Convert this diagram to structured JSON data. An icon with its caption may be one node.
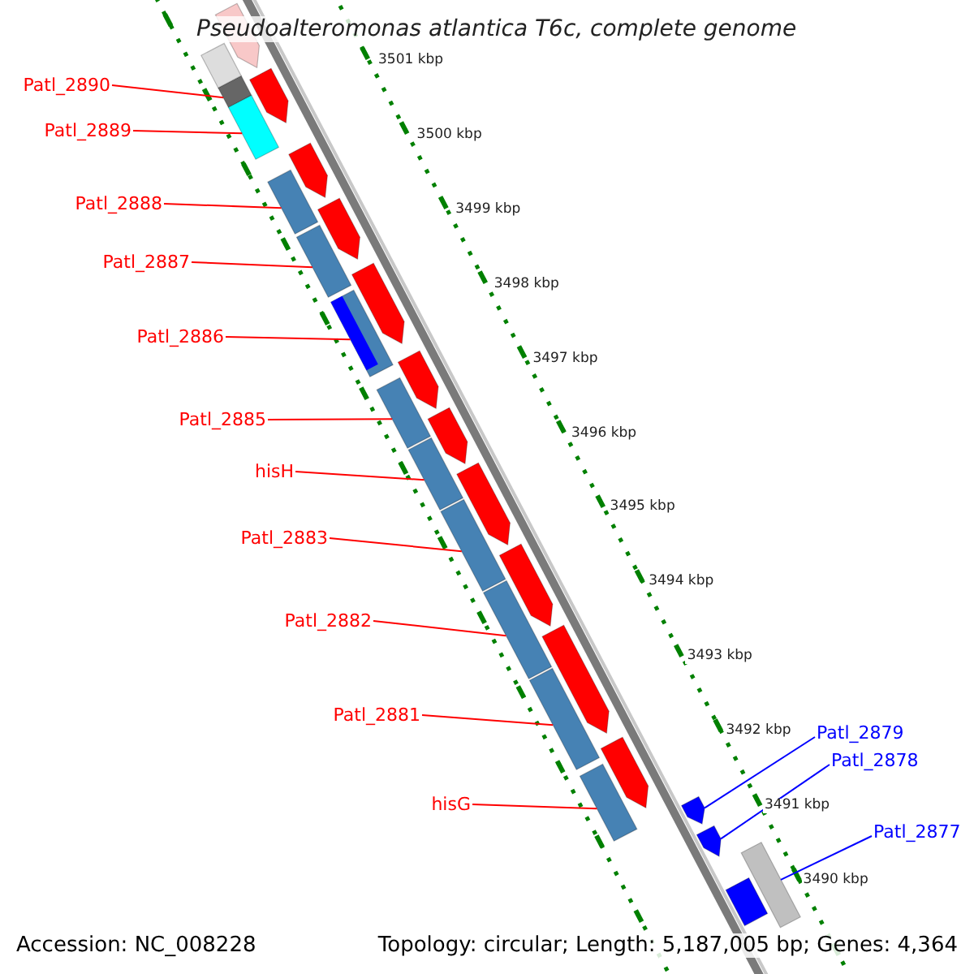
{
  "diagram": {
    "title": "Pseudoalteromonas atlantica T6c, complete genome",
    "nodes": [
      {
        "text": [
          "Patl_2890"
        ]
      },
      {
        "text": [
          "Patl_2889"
        ]
      },
      {
        "text": [
          "Patl_2888"
        ]
      },
      {
        "text": [
          "Patl_2887"
        ]
      },
      {
        "text": [
          "Patl_2886"
        ]
      },
      {
        "text": [
          "Patl_2885"
        ]
      },
      {
        "text": [
          "hisH"
        ]
      },
      {
        "text": [
          "Patl_2883"
        ]
      },
      {
        "text": [
          "Patl_2882"
        ]
      },
      {
        "text": [
          "Patl_2881"
        ]
      },
      {
        "text": [
          "hisG"
        ]
      },
      {
        "text": [
          "Patl_2879"
        ]
      },
      {
        "text": [
          "Patl_2878"
        ]
      },
      {
        "text": [
          "Patl_2877"
        ]
      },
      {
        "text": [],
        "shape": "bar"
      },
      {
        "text": [],
        "shape": "bar"
      },
      {
        "text": [],
        "shape": "bar"
      },
      {
        "text": [],
        "shape": "bar"
      },
      {
        "text": [],
        "shape": "bar"
      },
      {
        "text": [],
        "shape": "bar"
      },
      {
        "text": [],
        "shape": "bar"
      },
      {
        "text": [],
        "shape": "bar"
      },
      {
        "text": [],
        "shape": "bar"
      },
      {
        "text": [],
        "shape": "bar"
      },
      {
        "text": [],
        "shape": "bar"
      },
      {
        "text": [],
        "shape": "pentagon"
      },
      {
        "text": [],
        "shape": "pentagon"
      },
      {
        "text": [],
        "shape": "bar"
      },
      {
        "text": [],
        "shape": "pentagon"
      },
      {
        "text": [],
        "shape": "pentagon"
      },
      {
        "text": [],
        "shape": "pentagon"
      },
      {
        "text": [],
        "shape": "pentagon"
      },
      {
        "text": [],
        "shape": "pentagon"
      },
      {
        "text": [],
        "shape": "pentagon"
      },
      {
        "text": [],
        "shape": "pentagon"
      },
      {
        "text": [],
        "shape": "pentagon"
      },
      {
        "text": [],
        "shape": "pentagon"
      },
      {
        "text": [],
        "shape": "pentagon"
      },
      {
        "text": [],
        "shape": "pentagon"
      },
      {
        "text": [],
        "shape": "bar"
      },
      {
        "text": [],
        "shape": "bar"
      }
    ],
    "edges": [
      {
        "from": 0,
        "to": 14,
        "arrow": "none"
      },
      {
        "from": 1,
        "to": 15,
        "arrow": "none"
      },
      {
        "from": 2,
        "to": 16,
        "arrow": "none"
      },
      {
        "from": 3,
        "to": 17,
        "arrow": "none"
      },
      {
        "from": 4,
        "to": 18,
        "arrow": "none"
      },
      {
        "from": 5,
        "to": 19,
        "arrow": "none"
      },
      {
        "from": 6,
        "to": 20,
        "arrow": "none"
      },
      {
        "from": 7,
        "to": 21,
        "arrow": "none"
      },
      {
        "from": 8,
        "to": 22,
        "arrow": "none"
      },
      {
        "from": 9,
        "to": 23,
        "arrow": "none"
      },
      {
        "from": 10,
        "to": 24,
        "arrow": "none"
      },
      {
        "from": 11,
        "to": 25,
        "arrow": "none",
        "color": "#0000ff"
      },
      {
        "from": 12,
        "to": 26,
        "arrow": "none",
        "color": "#0000ff"
      },
      {
        "from": 13,
        "to": 27,
        "arrow": "none",
        "color": "#0000ff"
      }
    ],
    "labels": [
      "3501 kbp",
      "3500 kbp",
      "3499 kbp",
      "3498 kbp",
      "3497 kbp",
      "3496 kbp",
      "3495 kbp",
      "3494 kbp",
      "3493 kbp",
      "3492 kbp",
      "3491 kbp",
      "3490 kbp",
      "Accession: NC_008228",
      "Topology: circular; Length: 5,187,005 bp; Genes: 4,364"
    ]
  }
}
